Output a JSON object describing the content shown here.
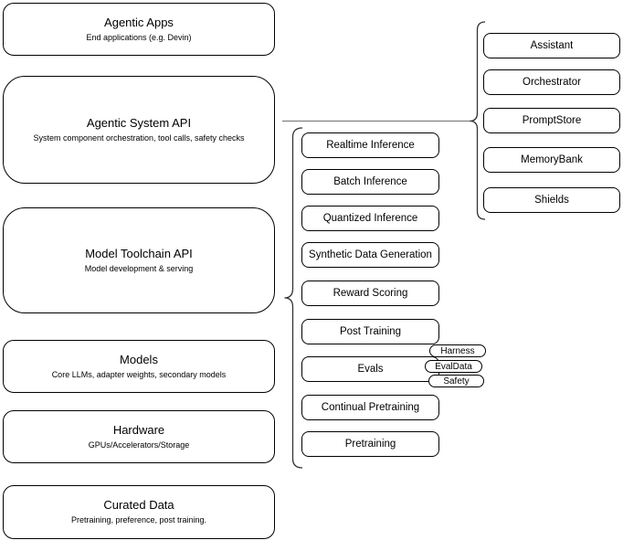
{
  "diagram": {
    "left_stack": [
      {
        "title": "Agentic Apps",
        "subtitle": "End applications (e.g. Devin)"
      },
      {
        "title": "Agentic System API",
        "subtitle": "System component orchestration, tool calls, safety checks"
      },
      {
        "title": "Model Toolchain API",
        "subtitle": "Model development & serving"
      },
      {
        "title": "Models",
        "subtitle": "Core LLMs, adapter weights, secondary models"
      },
      {
        "title": "Hardware",
        "subtitle": "GPUs/Accelerators/Storage"
      },
      {
        "title": "Curated Data",
        "subtitle": "Pretraining, preference, post training."
      }
    ],
    "toolchain_items": [
      "Realtime Inference",
      "Batch Inference",
      "Quantized Inference",
      "Synthetic Data Generation",
      "Reward Scoring",
      "Post Training",
      "Evals",
      "Continual Pretraining",
      "Pretraining"
    ],
    "eval_tags": [
      "Harness",
      "EvalData",
      "Safety"
    ],
    "agentic_components": [
      "Assistant",
      "Orchestrator",
      "PromptStore",
      "MemoryBank",
      "Shields"
    ],
    "colors": {
      "background": "#ffffff",
      "box_border": "#000000",
      "text": "#000000",
      "brace": "#333333",
      "connector_line": "#808080"
    }
  }
}
